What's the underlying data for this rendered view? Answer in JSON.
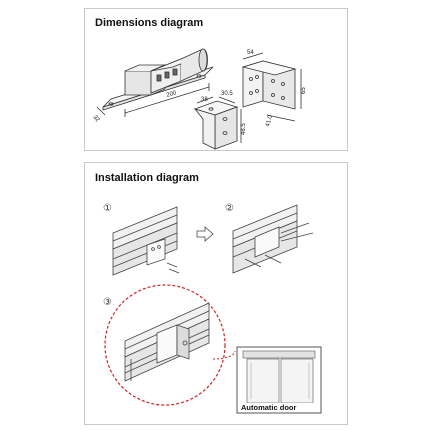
{
  "dimensions_panel": {
    "title": "Dimensions diagram",
    "labels": {
      "length": "200",
      "width": "32",
      "bracket_top": "54",
      "bracket_side": "65",
      "bracket_inner": "41.0",
      "small_top_a": "38",
      "small_top_b": "30.5",
      "small_side": "48.5"
    }
  },
  "installation_panel": {
    "title": "Installation diagram",
    "steps": [
      "①",
      "②",
      "③"
    ],
    "door_label": "Automatic door"
  },
  "colors": {
    "border": "#c9c9c9",
    "line": "#333333",
    "callout_red": "#d62020"
  }
}
